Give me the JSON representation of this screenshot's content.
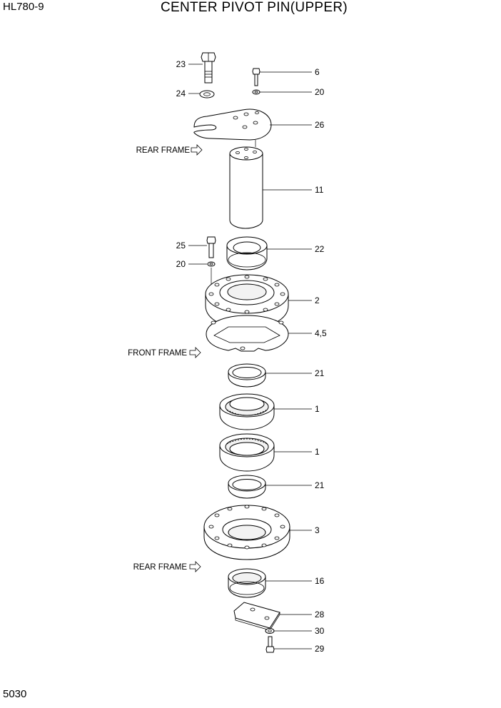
{
  "header": {
    "model": "HL780-9",
    "title": "CENTER PIVOT PIN(UPPER)"
  },
  "footer": {
    "page_number": "5030"
  },
  "frame_labels": {
    "rear_frame_top": "REAR FRAME",
    "front_frame": "FRONT FRAME",
    "rear_frame_bottom": "REAR FRAME"
  },
  "callouts": {
    "c23": "23",
    "c24": "24",
    "c6": "6",
    "c20a": "20",
    "c26": "26",
    "c11": "11",
    "c25": "25",
    "c22": "22",
    "c20b": "20",
    "c2": "2",
    "c45": "4,5",
    "c21a": "21",
    "c1a": "1",
    "c1b": "1",
    "c21b": "21",
    "c3": "3",
    "c16": "16",
    "c28": "28",
    "c30": "30",
    "c29": "29"
  }
}
